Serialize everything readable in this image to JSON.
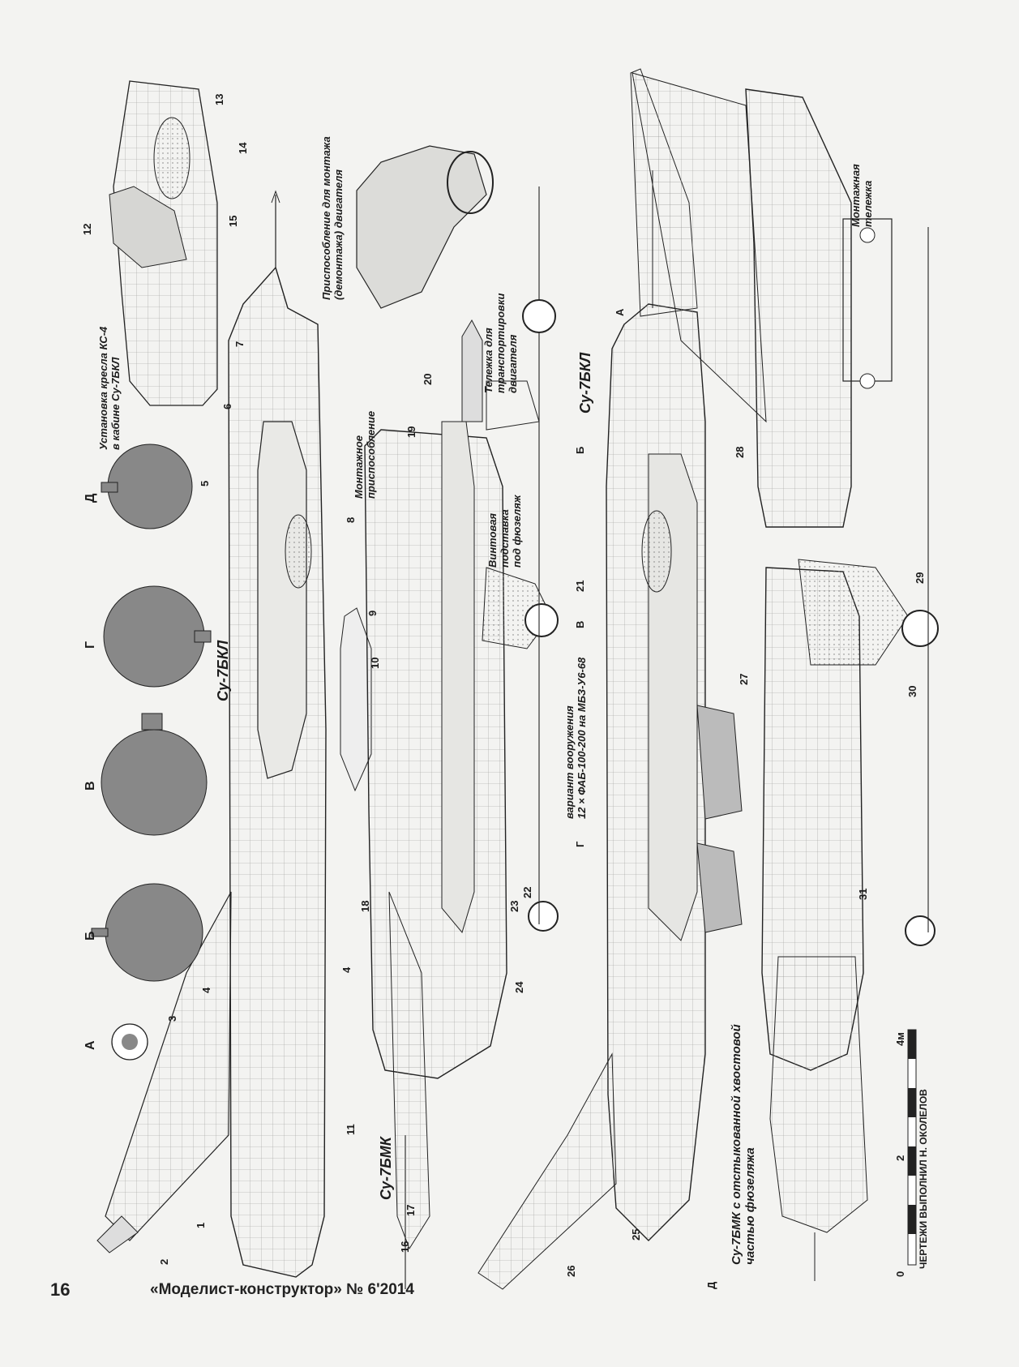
{
  "labels": {
    "kc4": "Установка кресла КС-4\nв кабине Су-7БКЛ",
    "engine_fixture": "Приспособление для монтажа\n(демонтажа) двигателя",
    "transport_cart": "Тележка для\nтранспортировки\nдвигателя",
    "mount_fixture": "Монтажное\nприспособление",
    "screw_stand": "Винтовая\nподставка\nпод фюзеляж",
    "armament": "вариант вооружения\n12 × ФАБ-100-200 на МБЗ-У6-68",
    "mount_cart": "Монтажная\nтележка",
    "su7bkl_1": "Су-7БКЛ",
    "su7bkl_2": "Су-7БКЛ",
    "su7bmk": "Су-7БМК",
    "su7bmk_tail": "Су-7БМК с отстыкованной хвостовой\nчастью фюзеляжа",
    "credit": "ЧЕРТЕЖИ ВЫПОЛНИЛ  Н. ОКОЛЕЛОВ"
  },
  "sections": [
    "А",
    "Б",
    "В",
    "Г",
    "Д"
  ],
  "section_marks": [
    "А",
    "Б",
    "В",
    "Г",
    "Д"
  ],
  "scale": {
    "zero": "0",
    "two": "2",
    "four": "4м"
  },
  "callouts": [
    "1",
    "2",
    "3",
    "4",
    "4",
    "5",
    "6",
    "7",
    "8",
    "9",
    "10",
    "11",
    "12",
    "13",
    "14",
    "15",
    "16",
    "17",
    "18",
    "19",
    "20",
    "21",
    "22",
    "23",
    "24",
    "25",
    "26",
    "27",
    "28",
    "29",
    "30",
    "31"
  ],
  "footer": {
    "page_number": "16",
    "magazine": "«Моделист-конструктор» № 6'2014"
  }
}
